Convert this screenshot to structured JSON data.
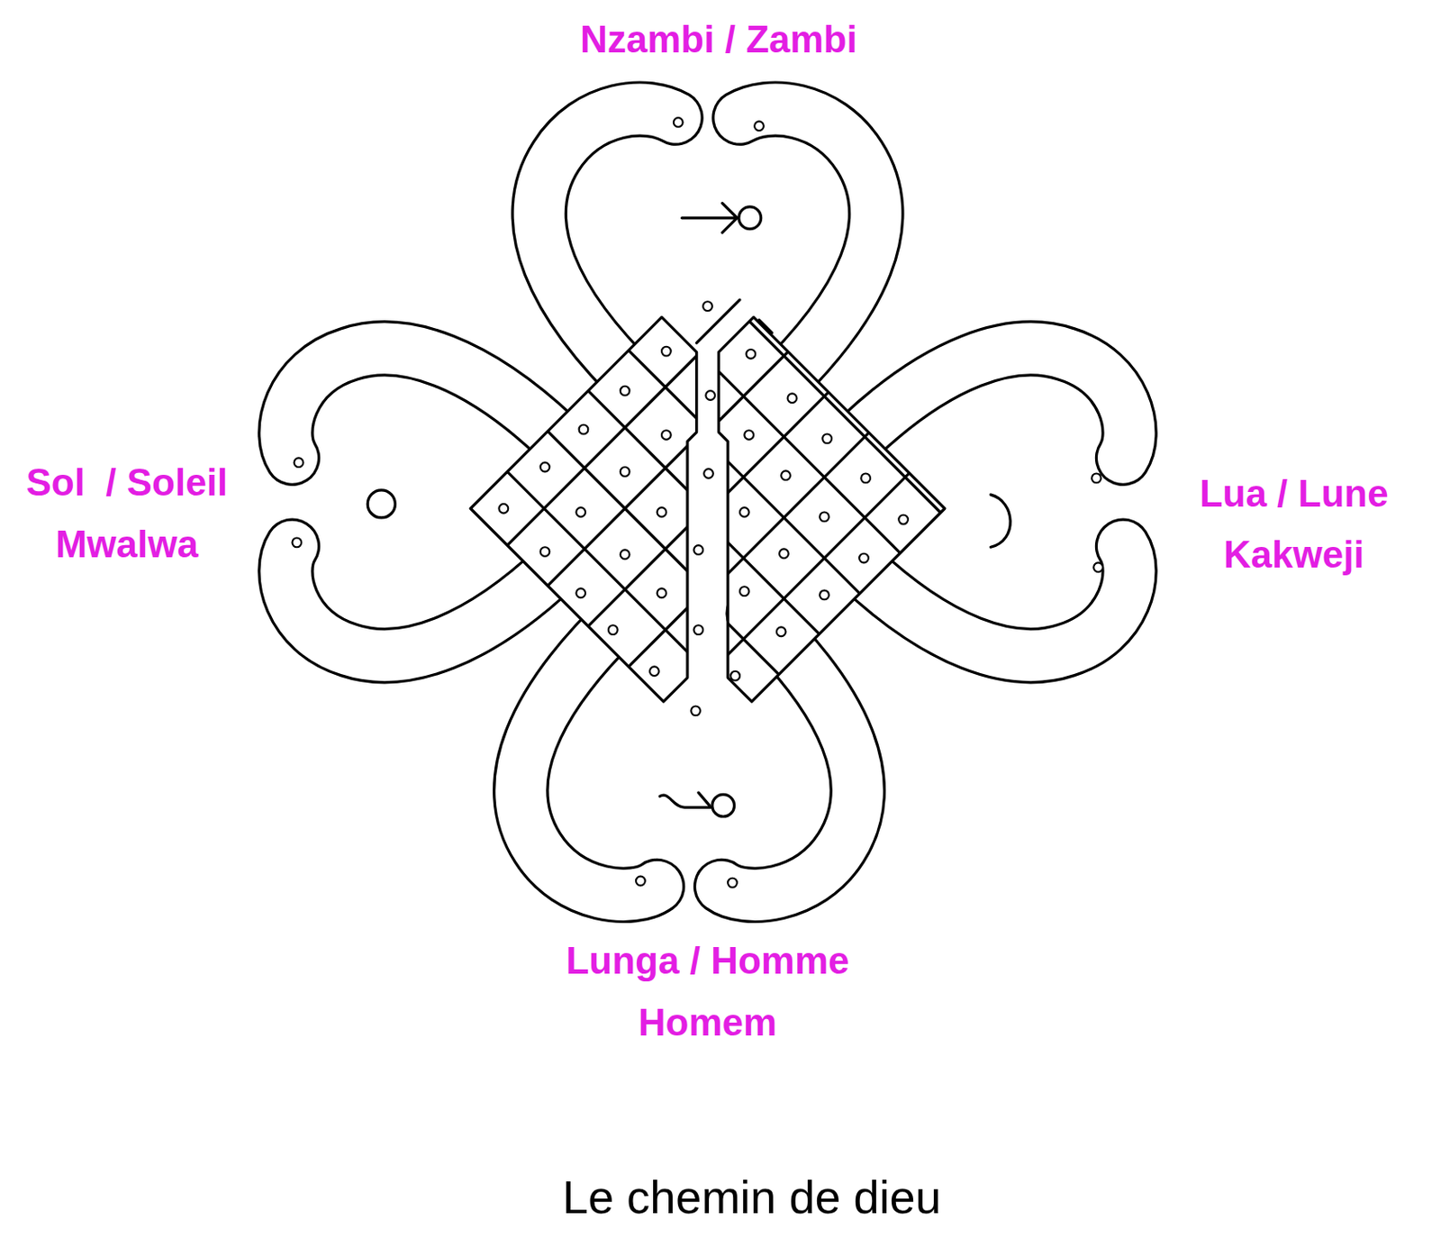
{
  "diagram": {
    "caption": "Le chemin de dieu",
    "labels": [
      "Nzambi / Zambi",
      "Sol  / Soleil",
      "Mwalwa",
      "Lua / Lune",
      "Kakweji",
      "Lunga / Homme",
      "Homem"
    ]
  }
}
